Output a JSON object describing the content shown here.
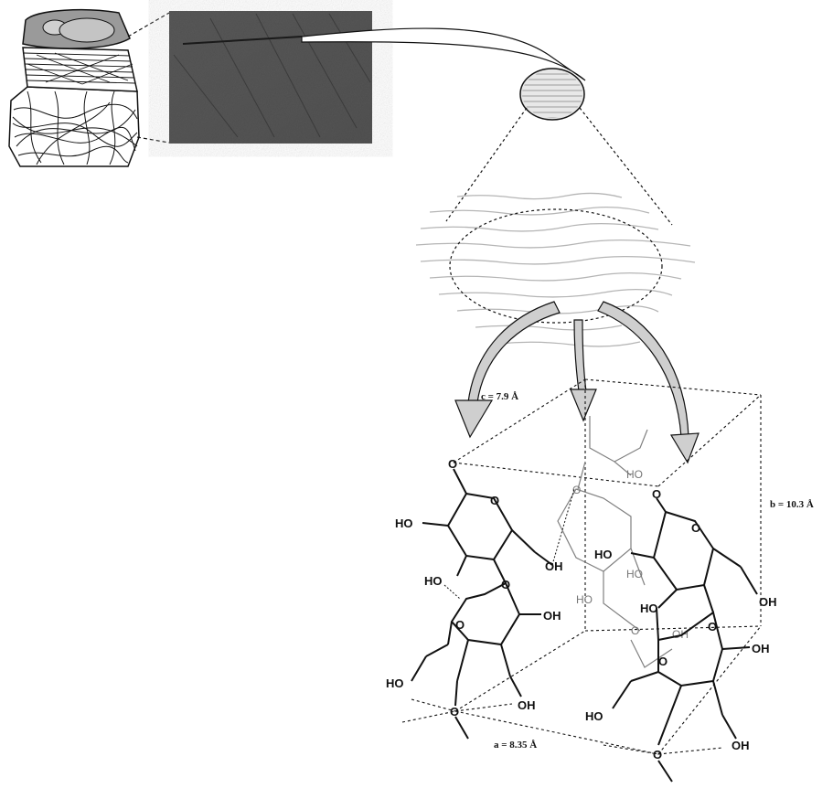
{
  "labels": {
    "cell_c": "c = 7.9 Å",
    "cell_b": "b = 10.3 Å",
    "cell_a": "a = 8.35 Å"
  },
  "chem": {
    "ho": "HO",
    "oh": "OH",
    "o": "O"
  },
  "colors": {
    "ink": "#111111",
    "grey_ring": "#808080",
    "arrow_fill": "#cfcfcf",
    "micrograph": "#5a5a5a"
  }
}
